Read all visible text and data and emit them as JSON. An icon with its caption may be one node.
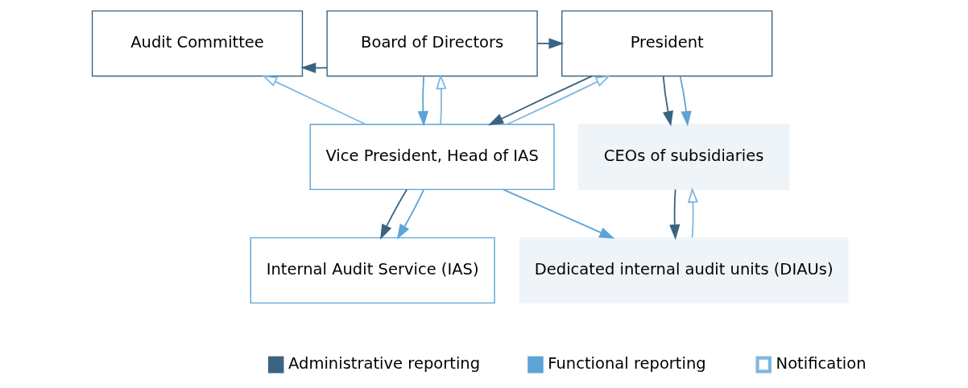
{
  "diagram": {
    "nodes": [
      {
        "text": [
          "Audit Committee"
        ]
      },
      {
        "text": [
          "Board of Directors"
        ]
      },
      {
        "text": [
          "President"
        ]
      },
      {
        "text": [
          "Vice President, Head of IAS"
        ]
      },
      {
        "text": [
          "Internal Audit Service (IAS)"
        ]
      },
      {
        "text": [
          "CEOs of subsidiaries"
        ]
      },
      {
        "text": [
          "Dedicated internal audit units (DIAUs)"
        ]
      }
    ],
    "edges": [
      {
        "from": 1,
        "to": 0,
        "arrow": "to",
        "color": "#3a6482"
      },
      {
        "from": 1,
        "to": 2,
        "arrow": "to",
        "color": "#3a6482"
      },
      {
        "from": 1,
        "to": 3,
        "arrow": "to",
        "color": "#5ba4d6"
      },
      {
        "from": 3,
        "to": 1,
        "arrow": "to",
        "color": "#7fb8e0"
      },
      {
        "from": 3,
        "to": 0,
        "arrow": "to",
        "color": "#7fb8e0"
      },
      {
        "from": 3,
        "to": 2,
        "arrow": "to",
        "color": "#7fb8e0"
      },
      {
        "from": 2,
        "to": 3,
        "arrow": "to",
        "color": "#3a6482"
      },
      {
        "from": 2,
        "to": 5,
        "arrow": "to",
        "color": "#3a6482"
      },
      {
        "from": 2,
        "to": 5,
        "arrow": "to",
        "color": "#5ba4d6"
      },
      {
        "from": 3,
        "to": 4,
        "arrow": "to",
        "color": "#3a6482"
      },
      {
        "from": 3,
        "to": 4,
        "arrow": "to",
        "color": "#5ba4d6"
      },
      {
        "from": 3,
        "to": 6,
        "arrow": "to",
        "color": "#5ba4d6"
      },
      {
        "from": 5,
        "to": 6,
        "arrow": "to",
        "color": "#3a6482"
      },
      {
        "from": 6,
        "to": 5,
        "arrow": "to",
        "color": "#7fb8e0"
      }
    ],
    "legend": [
      {
        "text": "Administrative reporting",
        "color": "#3a6482"
      },
      {
        "text": "Functional reporting",
        "color": "#5ba4d6"
      },
      {
        "text": "Notification",
        "color": "#7fb8e0"
      }
    ]
  }
}
